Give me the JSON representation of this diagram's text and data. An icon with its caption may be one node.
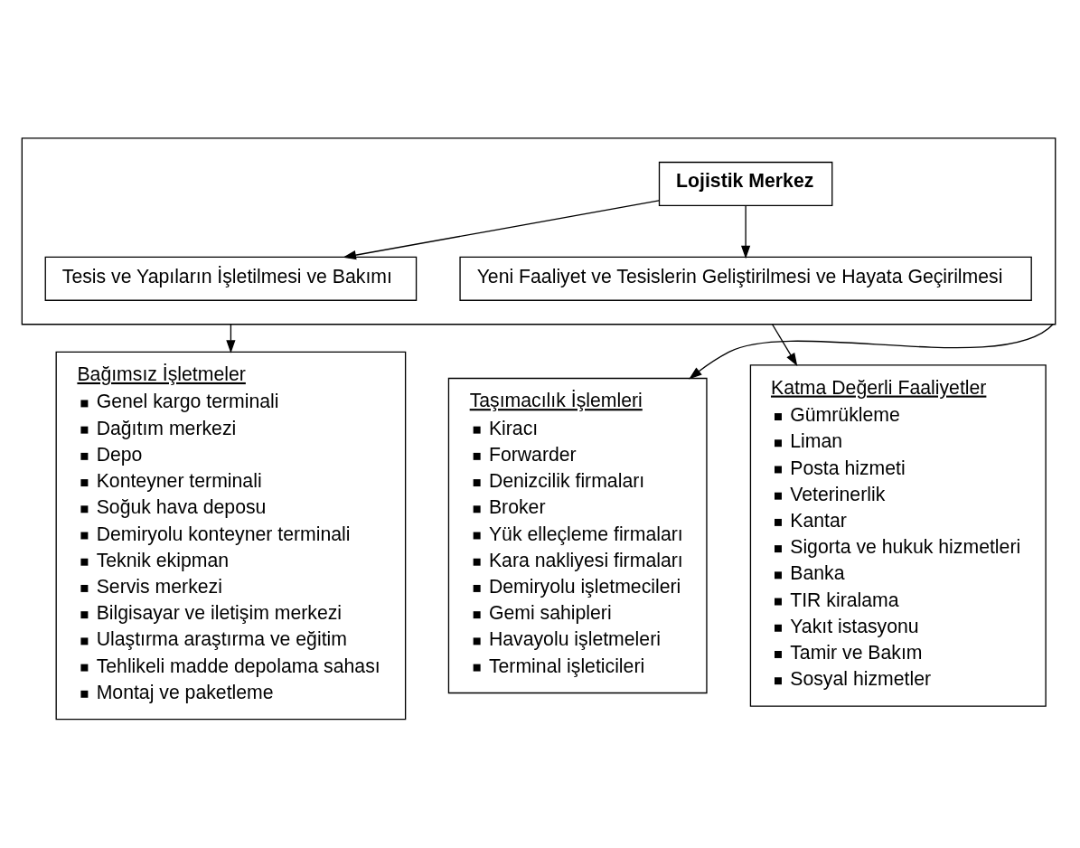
{
  "diagram": {
    "nodes": [
      {
        "text": [],
        "shape": "box"
      },
      {
        "text": [
          "Lojistik Merkez"
        ],
        "in": 0
      },
      {
        "text": [
          "Tesis ve Yapıların İşletilmesi ve Bakımı"
        ],
        "in": 0
      },
      {
        "text": [
          "Yeni Faaliyet ve Tesislerin Geliştirilmesi ve Hayata Geçirilmesi"
        ],
        "in": 0
      },
      {
        "text": [
          "Bağımsız İşletmeler",
          "Genel kargo terminali",
          "Dağıtım merkezi",
          "Depo",
          "Konteyner terminali",
          "Soğuk hava deposu",
          "Demiryolu konteyner terminali",
          "Teknik ekipman",
          "Servis merkezi",
          "Bilgisayar ve iletişim merkezi",
          "Ulaştırma araştırma ve eğitim",
          "Tehlikeli madde depolama sahası",
          "Montaj ve paketleme"
        ]
      },
      {
        "text": [
          "Taşımacılık İşlemleri",
          "Kiracı",
          "Forwarder",
          "Denizcilik firmaları",
          "Broker",
          "Yük elleçleme firmaları",
          "Kara nakliyesi firmaları",
          "Demiryolu işletmecileri",
          "Gemi sahipleri",
          "Havayolu işletmeleri",
          "Terminal işleticileri"
        ]
      },
      {
        "text": [
          "Katma Değerli Faaliyetler",
          "Gümrükleme",
          "Liman",
          "Posta hizmeti",
          "Veterinerlik",
          "Kantar",
          "Sigorta ve hukuk hizmetleri",
          "Banka",
          "TIR kiralama",
          "Yakıt istasyonu",
          "Tamir ve Bakım",
          "Sosyal hizmetler"
        ]
      }
    ],
    "edges": [
      {
        "from": 1,
        "to": 2,
        "arrow": "to"
      },
      {
        "from": 1,
        "to": 3,
        "arrow": "to"
      },
      {
        "from": 0,
        "to": 4,
        "arrow": "to"
      },
      {
        "from": 0,
        "to": 5,
        "arrow": "to"
      },
      {
        "from": 0,
        "to": 6,
        "arrow": "to"
      }
    ]
  }
}
